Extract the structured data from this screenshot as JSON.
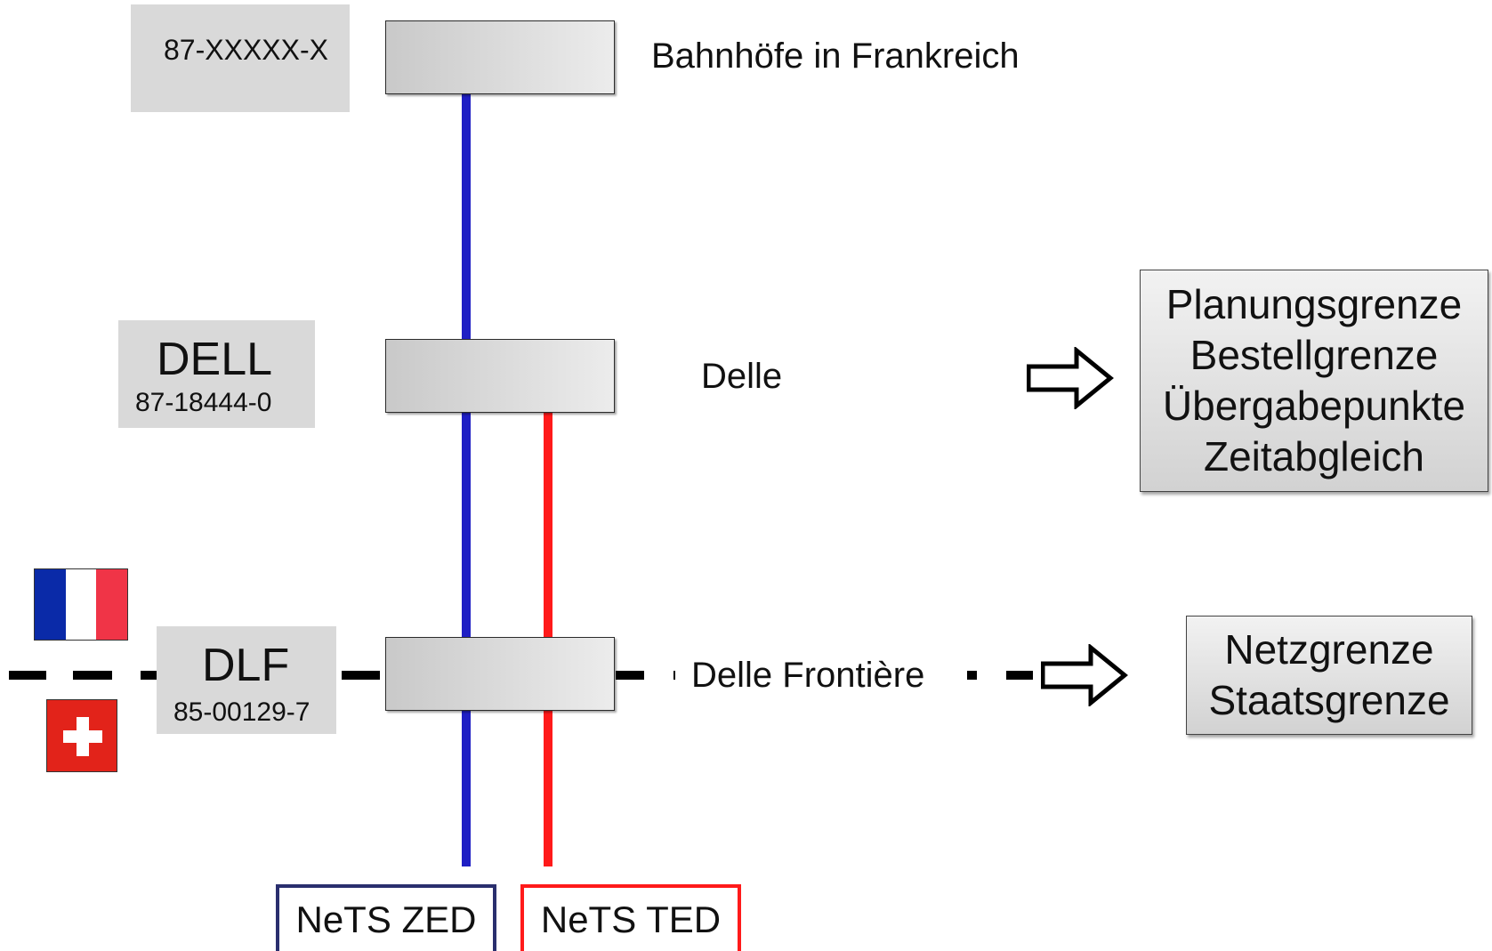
{
  "stations": [
    {
      "code_main": "",
      "code_sub": "87-XXXXX-X",
      "name": "Bahnhöfe in Frankreich"
    },
    {
      "code_main": "DELL",
      "code_sub": "87-18444-0",
      "name": "Delle"
    },
    {
      "code_main": "DLF",
      "code_sub": "85-00129-7",
      "name": "Delle Frontière"
    }
  ],
  "info_boxes": [
    {
      "lines": [
        "Planungsgrenze",
        "Bestellgrenze",
        "Übergabepunkte",
        "Zeitabgleich"
      ]
    },
    {
      "lines": [
        "Netzgrenze",
        "Staatsgrenze"
      ]
    }
  ],
  "systems": [
    {
      "label": "NeTS ZED",
      "color": "#1f1fc4",
      "border": "#2a2f6e"
    },
    {
      "label": "NeTS TED",
      "color": "#ff1a1a",
      "border": "#ff1a1a"
    }
  ],
  "flags": [
    {
      "country": "france-flag",
      "colors": [
        "#0a2aa8",
        "#ffffff",
        "#f03447"
      ]
    },
    {
      "country": "switzerland-flag",
      "colors": [
        "#e2231a",
        "#ffffff"
      ]
    }
  ],
  "icons": [
    "right-arrow-icon",
    "right-arrow-icon"
  ]
}
